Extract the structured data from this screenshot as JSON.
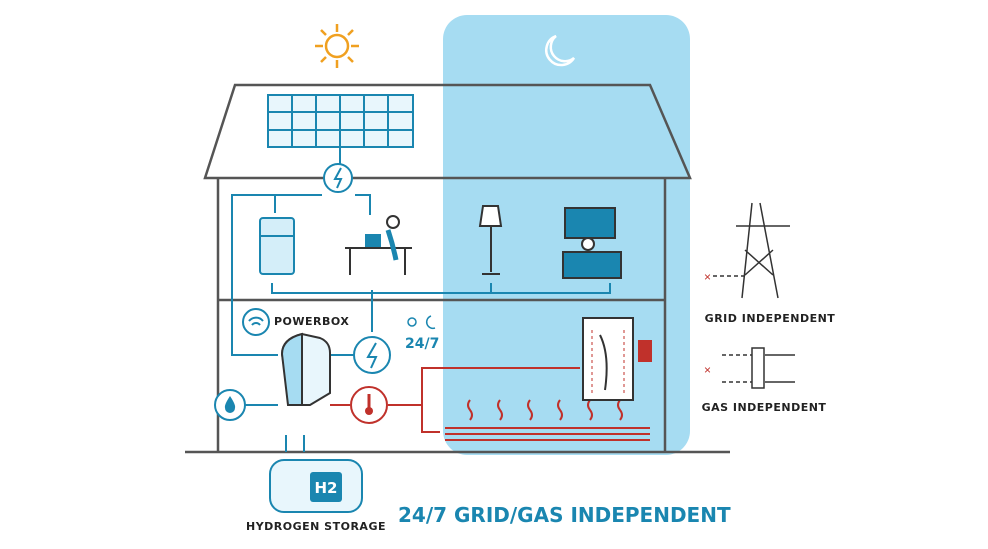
{
  "labels": {
    "powerbox": "POWERBOX",
    "always_on": "24/7",
    "hydrogen_storage": "HYDROGEN STORAGE",
    "h2": "H2",
    "grid_independent": "GRID INDEPENDENT",
    "gas_independent": "GAS INDEPENDENT",
    "headline": "24/7 GRID/GAS INDEPENDENT"
  },
  "colors": {
    "night": "#a6dcf2",
    "energy": "#1a86b0",
    "heat": "#c0312b",
    "outline": "#555555"
  }
}
